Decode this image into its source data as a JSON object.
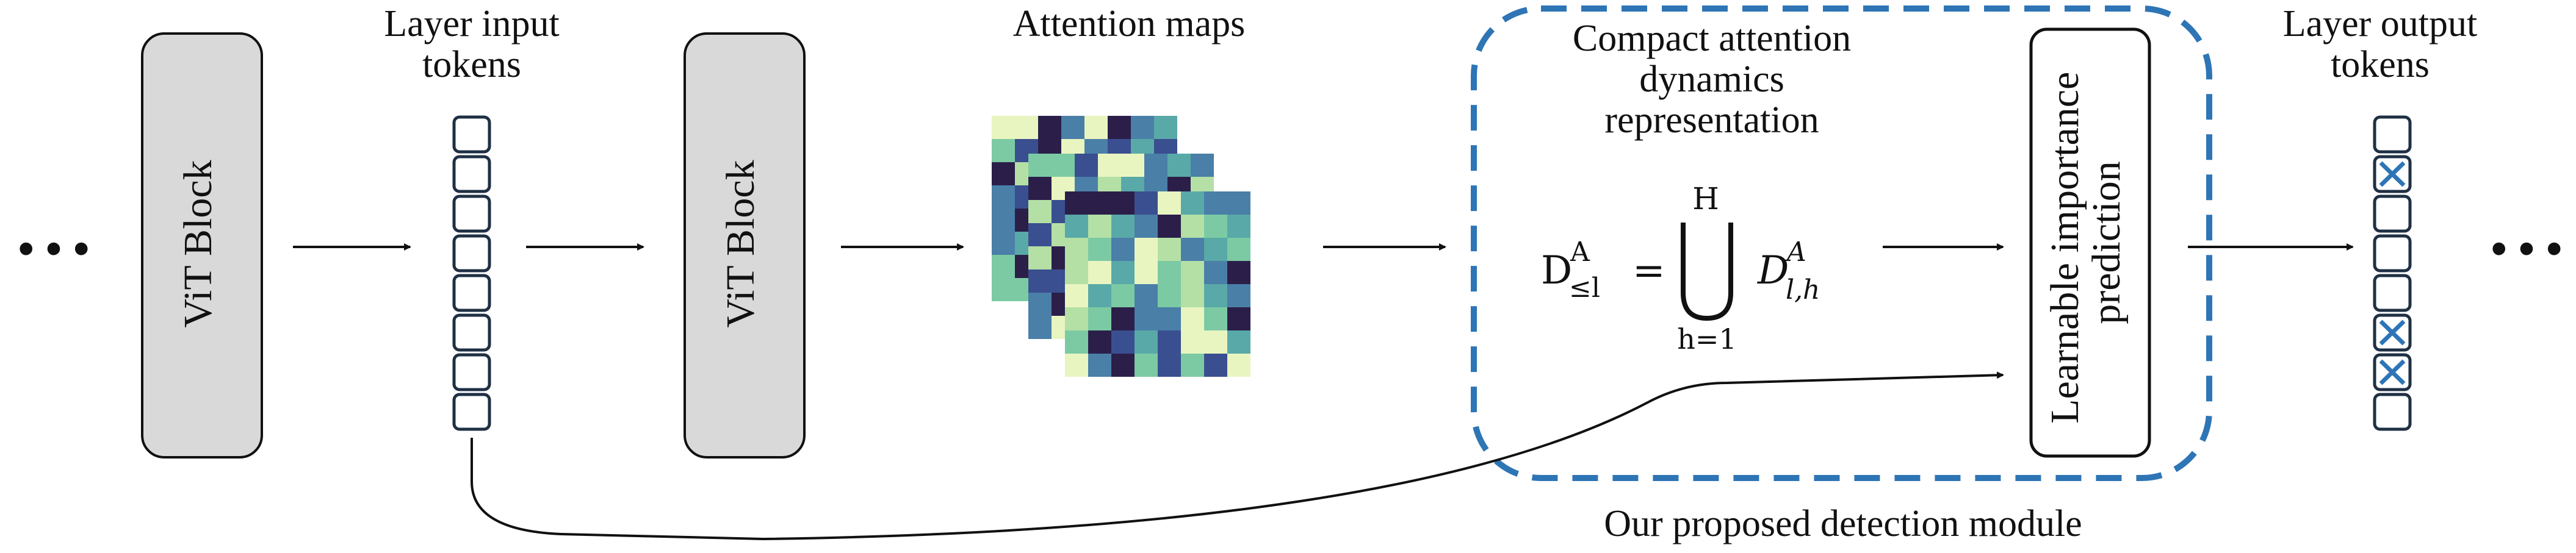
{
  "labels": {
    "vit_block_1": "ViT Block",
    "vit_block_2": "ViT Block",
    "layer_input_tokens": "Layer input tokens",
    "attention_maps": "Attention maps",
    "compact_attention": "Compact attention dynamics representation",
    "learnable_importance": "Learnable importance prediction",
    "layer_output_tokens": "Layer output tokens",
    "module_caption": "Our proposed detection module",
    "ellipsis_left": "• • •",
    "ellipsis_right": "• • •"
  },
  "formula": {
    "lhs": "D",
    "lhs_sup": "A",
    "lhs_sub": "≤l",
    "equals": "=",
    "union_top": "H",
    "union_bottom": "h=1",
    "rhs": "D",
    "rhs_sup": "A",
    "rhs_sub": "l,h"
  },
  "input_tokens": {
    "count": 8
  },
  "output_tokens": {
    "count": 8,
    "dropped": [
      1,
      5,
      6
    ]
  },
  "colors": {
    "block_fill": "#d9d9d9",
    "module_border": "#2e75b6",
    "drop_mark": "#2e75b6",
    "token_border": "#1f3044",
    "heatmap_palette": [
      "#2b1f4a",
      "#3a4f8f",
      "#4a7fa8",
      "#59a9a8",
      "#7ccaa3",
      "#b4e0a6",
      "#e9f5c0"
    ]
  }
}
